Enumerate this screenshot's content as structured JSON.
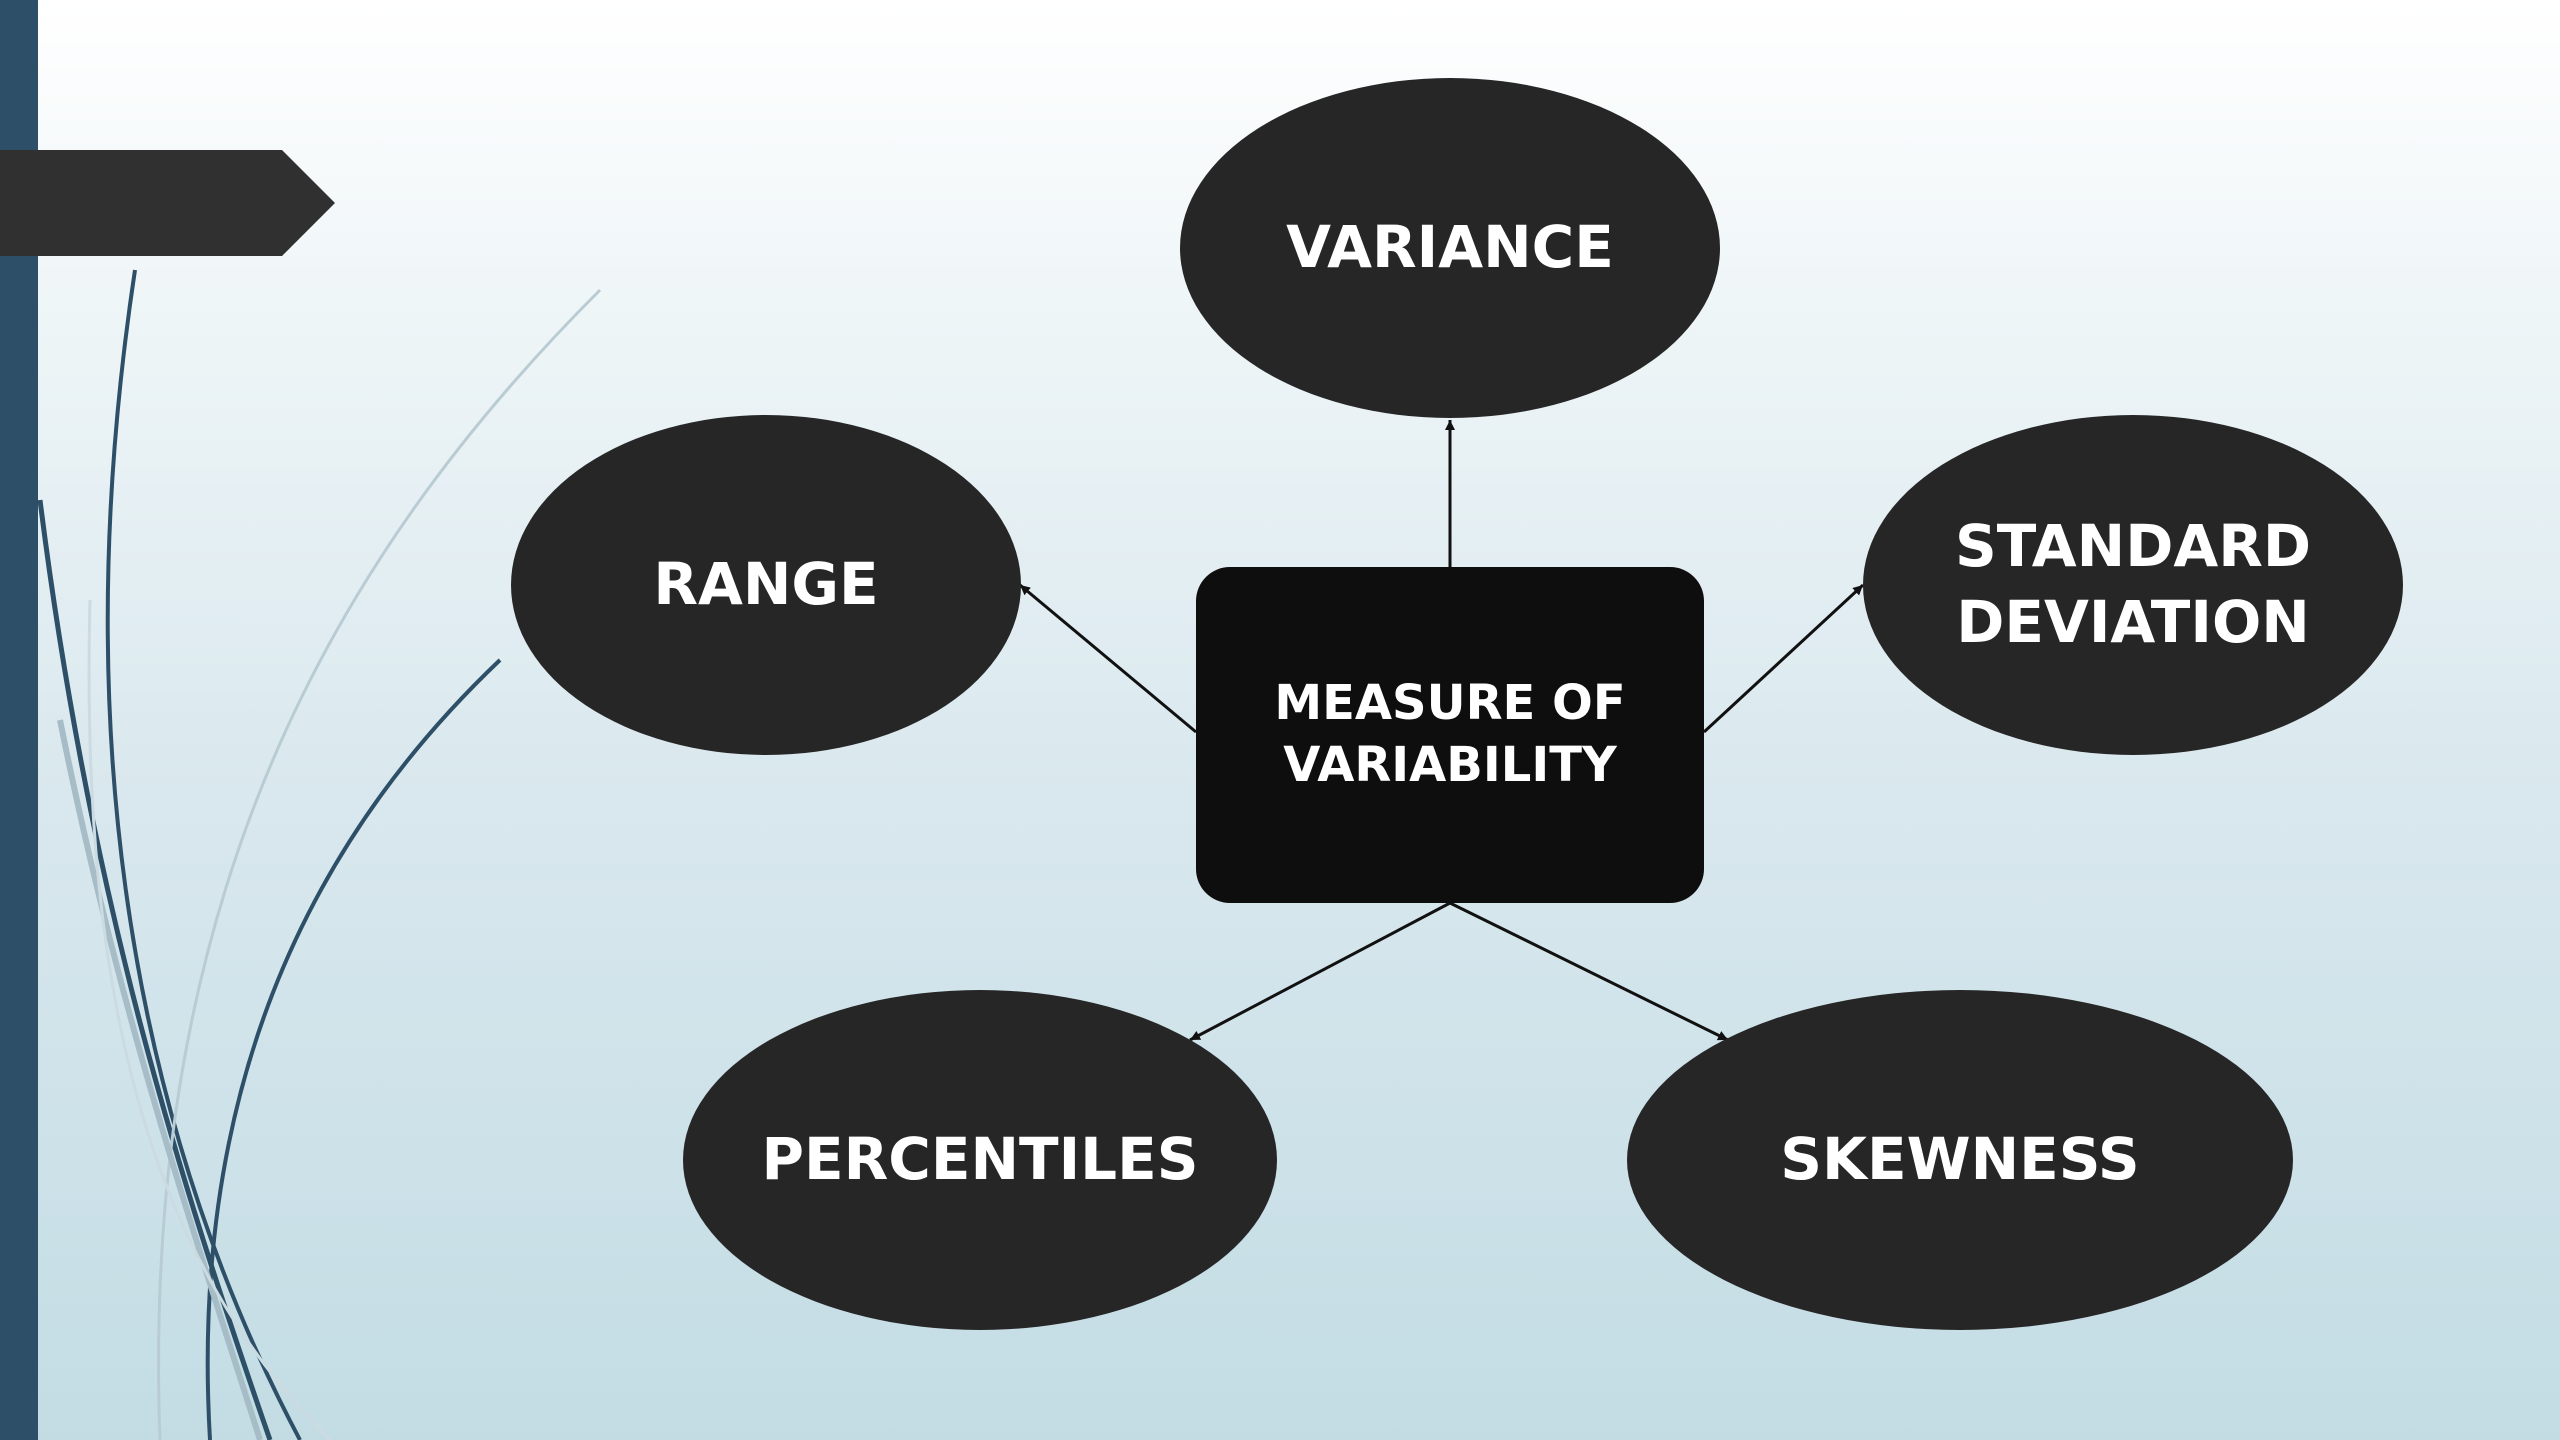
{
  "diagram": {
    "center": {
      "lines": [
        "MEASURE OF",
        "VARIABILITY"
      ]
    },
    "nodes": [
      {
        "id": "variance",
        "lines": [
          "VARIANCE"
        ]
      },
      {
        "id": "range",
        "lines": [
          "RANGE"
        ]
      },
      {
        "id": "standard-deviation",
        "lines": [
          "STANDARD",
          "DEVIATION"
        ]
      },
      {
        "id": "percentiles",
        "lines": [
          "PERCENTILES"
        ]
      },
      {
        "id": "skewness",
        "lines": [
          "SKEWNESS"
        ]
      }
    ],
    "edges": [
      {
        "from": "center",
        "to": "variance"
      },
      {
        "from": "center",
        "to": "range"
      },
      {
        "from": "center",
        "to": "standard-deviation"
      },
      {
        "from": "center",
        "to": "percentiles"
      },
      {
        "from": "center",
        "to": "skewness"
      }
    ]
  },
  "colors": {
    "node_fill": "#262626",
    "center_fill": "#0e0e0e",
    "text": "#ffffff",
    "accent_bar": "#2d4f67",
    "title_tab": "#303030"
  }
}
